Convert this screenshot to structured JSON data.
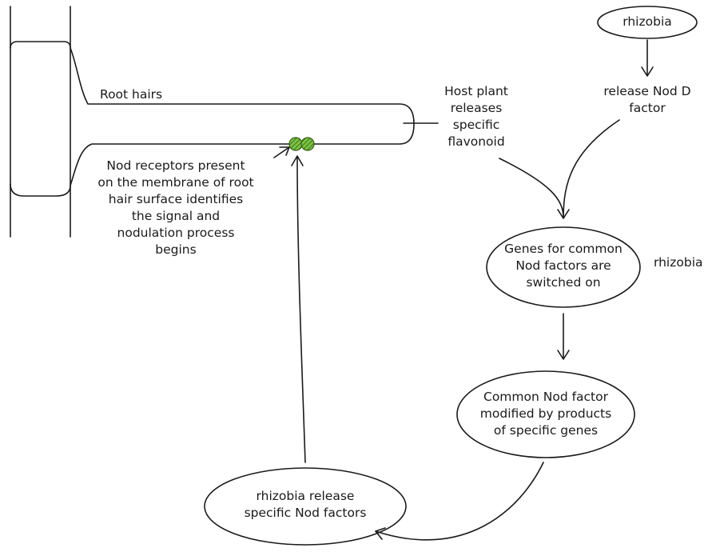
{
  "labels": {
    "root_hairs": "Root hairs",
    "rhizobia_top": "rhizobia",
    "release_nod_d": [
      "release Nod D",
      "factor"
    ],
    "host_plant": [
      "Host plant",
      "releases",
      "specific",
      "flavonoid"
    ],
    "nod_receptors": [
      "Nod receptors present",
      "on the membrane of root",
      "hair surface identifies",
      "the signal and",
      "nodulation process",
      "begins"
    ],
    "genes_common": [
      "Genes for common",
      "Nod factors are",
      "switched on"
    ],
    "rhizobia_side": "rhizobia",
    "common_modified": [
      "Common Nod factor",
      "modified by products",
      "of specific genes"
    ],
    "rhizobia_release": [
      "rhizobia release",
      "specific Nod factors"
    ]
  },
  "colors": {
    "stroke": "#1a1a1a",
    "receptor_fill": "#7cc242",
    "receptor_hatch": "#2f5f12"
  }
}
